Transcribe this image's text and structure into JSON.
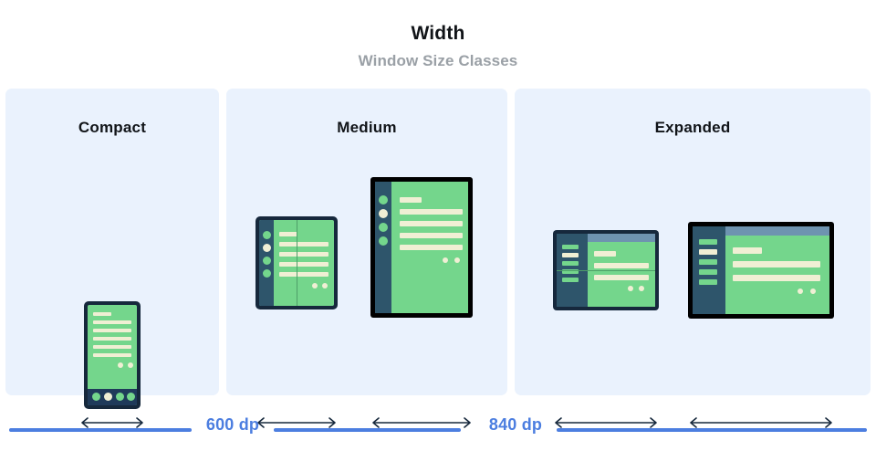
{
  "header": {
    "title": "Width",
    "subtitle": "Window Size Classes"
  },
  "colors": {
    "panel_bg": "#eaf2fd",
    "accent_blue": "#4c7ee0",
    "screen_green": "#74d68c",
    "content_cream": "#f0efd4",
    "rail_blue": "#2e556b",
    "frame_navy": "#16283c",
    "frame_black": "#000000",
    "top_band": "#6e93b0",
    "title_text": "#111418",
    "subtitle_text": "#9aa0a6"
  },
  "panels": [
    {
      "id": "compact",
      "label": "Compact",
      "devices": [
        {
          "name": "phone",
          "type": "phone-portrait",
          "frame": "navy",
          "has_bottom_nav": true,
          "nav_items": 4,
          "nav_selected_index": 1,
          "content_lines": 6,
          "content_dots": 2
        }
      ]
    },
    {
      "id": "medium",
      "label": "Medium",
      "devices": [
        {
          "name": "foldable-portrait",
          "type": "foldable-portrait",
          "frame": "navy",
          "has_rail": true,
          "rail_items": 4,
          "rail_selected_index": 1,
          "content_lines": 5,
          "content_dots": 2,
          "fold": "vertical"
        },
        {
          "name": "tablet-portrait",
          "type": "tablet-portrait",
          "frame": "black",
          "has_rail": true,
          "rail_items": 4,
          "rail_selected_index": 1,
          "content_lines": 5,
          "content_dots": 2,
          "fold": "none"
        }
      ]
    },
    {
      "id": "expanded",
      "label": "Expanded",
      "devices": [
        {
          "name": "foldable-landscape",
          "type": "foldable-landscape",
          "frame": "navy",
          "has_sidebar": true,
          "sidebar_items": 5,
          "sidebar_selected_index": 1,
          "content_lines": 3,
          "content_dots": 2,
          "fold": "horizontal"
        },
        {
          "name": "tablet-landscape",
          "type": "tablet-landscape",
          "frame": "black",
          "has_sidebar": true,
          "sidebar_items": 5,
          "sidebar_selected_index": 1,
          "content_lines": 3,
          "content_dots": 2,
          "fold": "none"
        }
      ]
    }
  ],
  "breakpoints": [
    {
      "id": "600dp",
      "label": "600 dp"
    },
    {
      "id": "840dp",
      "label": "840 dp"
    }
  ]
}
